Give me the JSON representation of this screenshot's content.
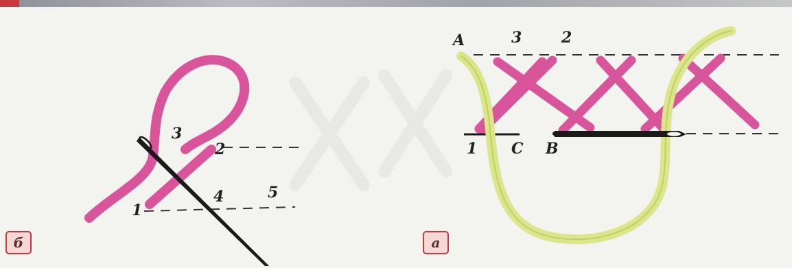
{
  "left_panel": {
    "tag": "б",
    "labels": {
      "one": "1",
      "two": "2",
      "three": "3",
      "four": "4",
      "five": "5"
    }
  },
  "right_panel": {
    "tag": "а",
    "labels": {
      "A": "A",
      "three": "3",
      "two": "2",
      "one": "1",
      "C": "C",
      "B": "B"
    }
  },
  "colors": {
    "pink_thread": "#d9559b",
    "green_thread": "#dbe58a",
    "needle": "#1a1a1a",
    "tag_border": "#c9383f",
    "tag_fill": "#f7d8d6"
  }
}
